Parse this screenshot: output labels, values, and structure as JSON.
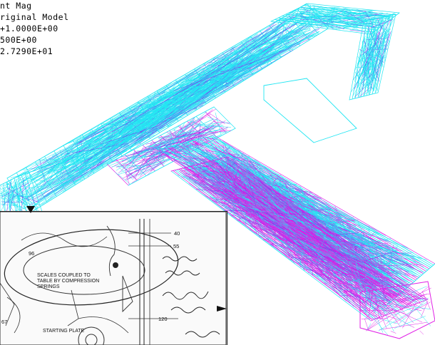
{
  "legend": {
    "line1": "nt Mag",
    "line2": "riginal Model",
    "line3": "+1.0000E+00",
    "line4": "500E+00",
    "line5": "2.7290E+01"
  },
  "colors": {
    "mesh_primary": "#22e6f2",
    "mesh_secondary": "#e022e6",
    "mesh_accent": "#7a3cf0",
    "background": "#ffffff"
  },
  "inset": {
    "label_scales": "SCALES COUPLED TO",
    "label_table": "TABLE BY COMPRESSION",
    "label_springs": "SPRINGS",
    "label_starting_plate": "STARTING PLATE",
    "dim_40": "40",
    "dim_55": "55",
    "dim_120": "120",
    "dim_96": "96",
    "dim_67": "67"
  }
}
